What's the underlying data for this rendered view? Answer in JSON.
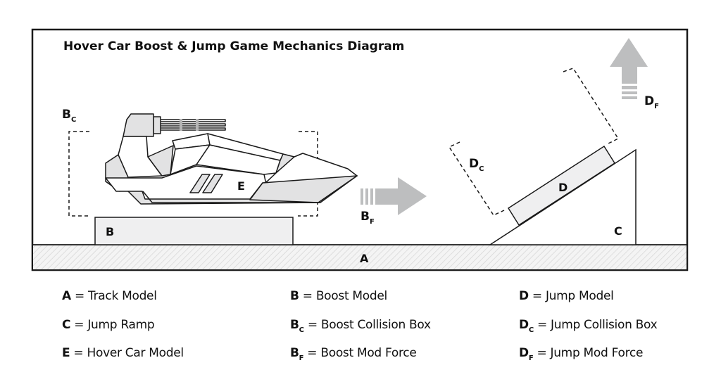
{
  "title": "Hover Car Boost & Jump Game Mechanics Diagram",
  "labels": {
    "A": "A",
    "B": "B",
    "C": "C",
    "D": "D",
    "E": "E",
    "B_C_main": "B",
    "B_C_sub": "C",
    "B_F_main": "B",
    "B_F_sub": "F",
    "D_C_main": "D",
    "D_C_sub": "C",
    "D_F_main": "D",
    "D_F_sub": "F"
  },
  "legend": [
    {
      "key": "A",
      "sub": "",
      "text": " = Track Model"
    },
    {
      "key": "B",
      "sub": "",
      "text": " = Boost Model"
    },
    {
      "key": "D",
      "sub": "",
      "text": " = Jump Model"
    },
    {
      "key": "C",
      "sub": "",
      "text": " = Jump Ramp"
    },
    {
      "key": "B",
      "sub": "C",
      "text": " = Boost Collision Box"
    },
    {
      "key": "D",
      "sub": "C",
      "text": " = Jump Collision Box"
    },
    {
      "key": "E",
      "sub": "",
      "text": " = Hover Car Model"
    },
    {
      "key": "B",
      "sub": "F",
      "text": " = Boost Mod Force"
    },
    {
      "key": "D",
      "sub": "F",
      "text": " = Jump Mod Force"
    }
  ],
  "colors": {
    "stroke": "#1a1a1a",
    "fill_light": "#efeff0",
    "fill_mid": "#e2e2e3",
    "arrow": "#bdbebf",
    "hatch": "#d8d8d8"
  }
}
